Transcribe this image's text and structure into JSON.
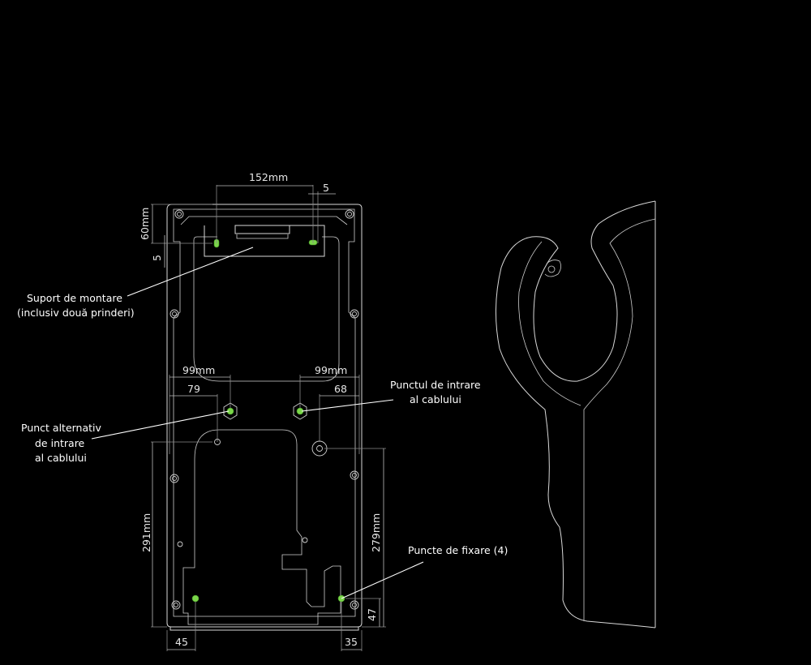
{
  "dimensions": {
    "top_width": "152mm",
    "top_small": "5",
    "top_height": "60mm",
    "left_small": "5",
    "left_offset": "99mm",
    "left_sub": "79",
    "right_offset": "99mm",
    "right_sub": "68",
    "left_height": "291mm",
    "right_height": "279mm",
    "bottom_right_small": "47",
    "bottom_left": "45",
    "bottom_right": "35"
  },
  "labels": {
    "mounting_bracket_line1": "Suport de montare",
    "mounting_bracket_line2": "(inclusiv două prinderi)",
    "cable_entry_line1": "Punctul de intrare",
    "cable_entry_line2": "al cablului",
    "alt_entry_line1": "Punct alternativ",
    "alt_entry_line2": "de intrare",
    "alt_entry_line3": "al cablului",
    "fixing_points": "Puncte de fixare (4)"
  },
  "colors": {
    "background": "#000000",
    "lines": "#d8d8d8",
    "highlight": "#7bd64a"
  }
}
